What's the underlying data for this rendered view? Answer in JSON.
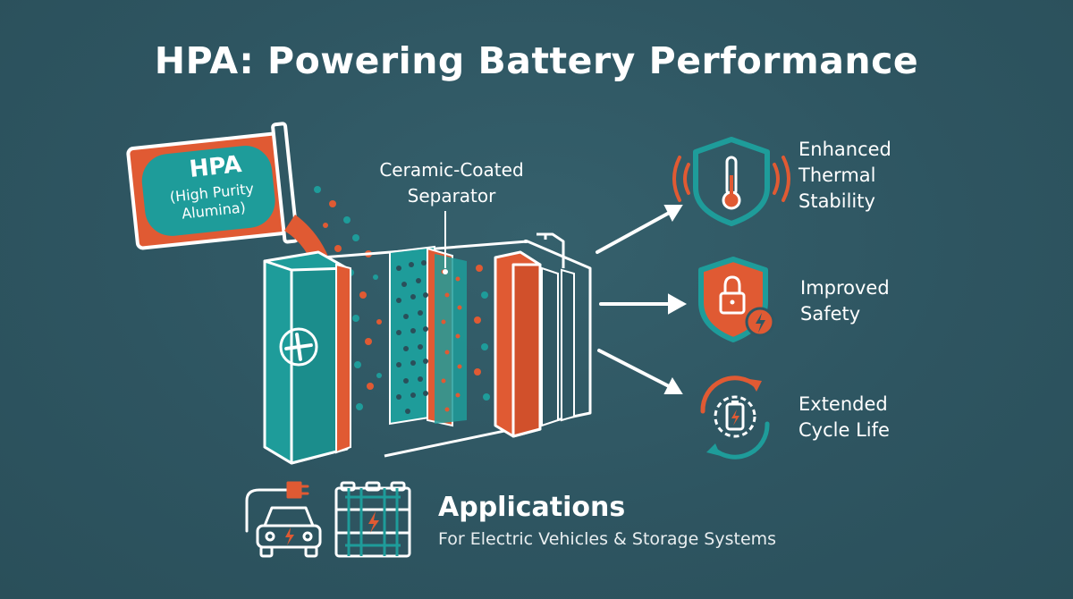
{
  "title": "HPA: Powering Battery Performance",
  "container": {
    "label_main": "HPA",
    "label_sub_1": "(High Purity",
    "label_sub_2": "Alumina)"
  },
  "separator": {
    "label_line_1": "Ceramic-Coated",
    "label_line_2": "Separator"
  },
  "benefits": [
    {
      "line_1": "Enhanced",
      "line_2": "Thermal",
      "line_3": "Stability",
      "icon": "thermometer-shield-icon"
    },
    {
      "line_1": "Improved",
      "line_2": "Safety",
      "icon": "lock-shield-icon"
    },
    {
      "line_1": "Extended",
      "line_2": "Cycle Life",
      "icon": "battery-cycle-icon"
    }
  ],
  "applications": {
    "title": "Applications",
    "subtitle": "For Electric Vehicles & Storage Systems",
    "icons": [
      "electric-car-icon",
      "storage-system-icon"
    ]
  },
  "colors": {
    "background": "#2f5763",
    "teal": "#1e9c9a",
    "orange": "#e05a33",
    "white": "#ffffff"
  }
}
